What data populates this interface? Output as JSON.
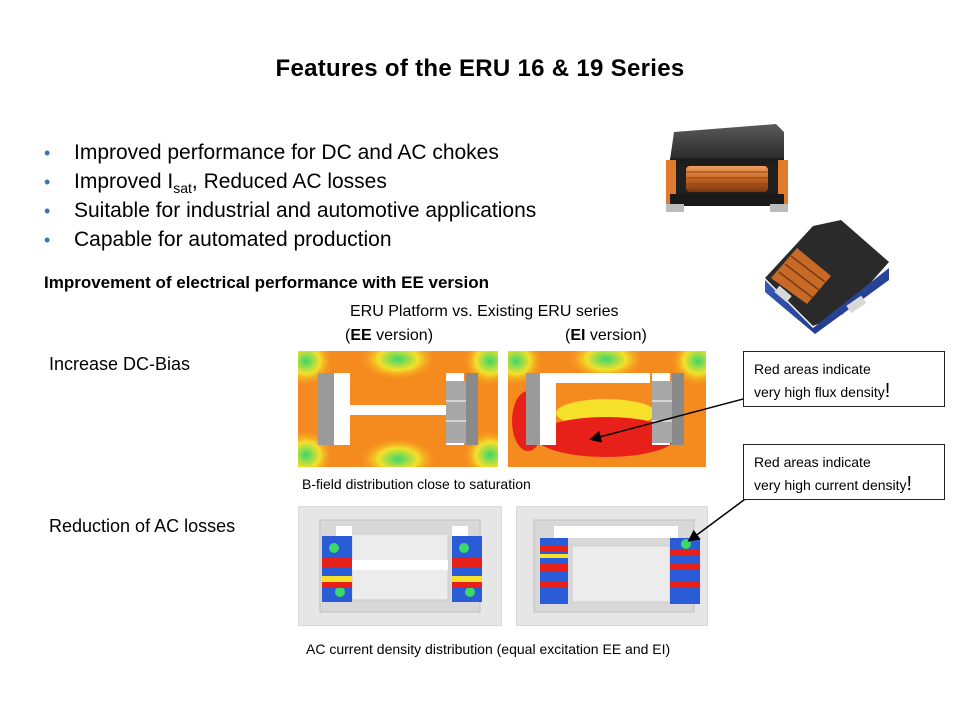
{
  "slide": {
    "title": "Features of the ERU 16 & 19 Series",
    "bullets": [
      {
        "pre": "Improved performance for DC and AC chokes",
        "sub": "",
        "post": ""
      },
      {
        "pre": "Improved I",
        "sub": "sat",
        "post": ", Reduced AC losses"
      },
      {
        "pre": "Suitable for industrial and automotive applications",
        "sub": "",
        "post": ""
      },
      {
        "pre": "Capable for automated production",
        "sub": "",
        "post": ""
      }
    ],
    "bullet_glyph": "•",
    "subheading": "Improvement of electrical performance with EE version",
    "comparison_title": "ERU Platform vs. Existing ERU series",
    "left_version": {
      "open": "(",
      "bold": "EE",
      "rest": " version)"
    },
    "right_version": {
      "open": "(",
      "bold": "EI",
      "rest": " version)"
    },
    "row_labels": [
      "Increase DC-Bias",
      "Reduction of AC losses"
    ],
    "callouts": [
      {
        "line1": "Red areas indicate",
        "line2": "very high flux density",
        "bang": "!"
      },
      {
        "line1": "Red areas indicate",
        "line2": "very high current density",
        "bang": "!"
      }
    ],
    "caption_bfield": "B-field distribution close to saturation",
    "caption_ac": "AC current density distribution (equal excitation EE and EI)",
    "colors": {
      "bullet": "#3b73b9",
      "hot": "#e8201a",
      "warm": "#f58a1e",
      "cool": "#2a5cd8"
    }
  }
}
